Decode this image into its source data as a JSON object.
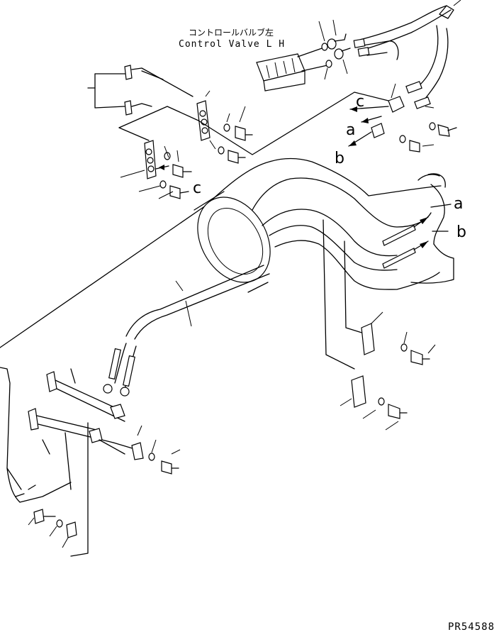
{
  "labels": {
    "control_valve_jp": "コントロールバルブ左",
    "control_valve_en": "Control Valve L H",
    "c_upper": "c",
    "c_lower": "c",
    "a_upper": "a",
    "b_upper": "b",
    "a_right": "a",
    "b_right": "b",
    "part_id": "PR54588"
  }
}
